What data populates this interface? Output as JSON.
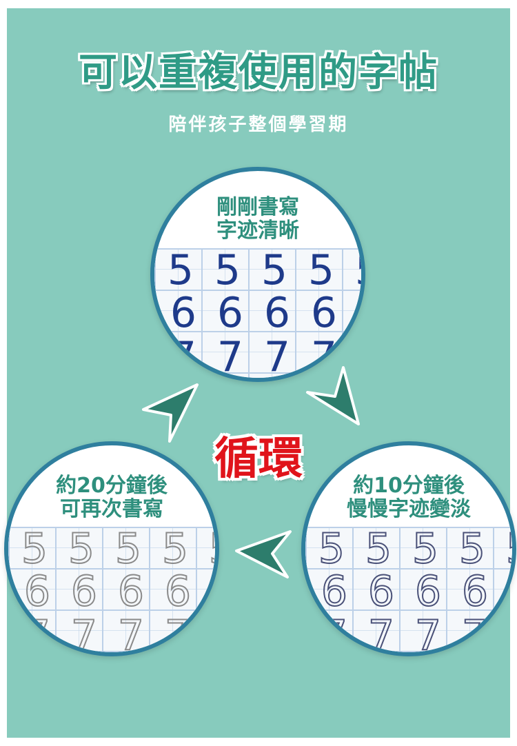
{
  "header": {
    "title": "可以重複使用的字帖",
    "subtitle": "陪伴孩子整個學習期"
  },
  "center_label": "循環",
  "circles": {
    "top": {
      "line1": "剛剛書寫",
      "line2": "字迹清晰"
    },
    "right": {
      "line1": "約10分鐘後",
      "line2": "慢慢字迹變淡"
    },
    "left": {
      "line1": "約20分鐘後",
      "line2": "可再次書寫"
    }
  },
  "digits": {
    "five": "5",
    "six": "6",
    "seven": "7"
  },
  "colors": {
    "background": "#87cbbd",
    "title_green": "#2f9b86",
    "circle_border": "#2f7f9e",
    "arrow": "#2d7d6c",
    "cycle_red": "#e0141b"
  },
  "icons": [
    "arrow-icon"
  ]
}
